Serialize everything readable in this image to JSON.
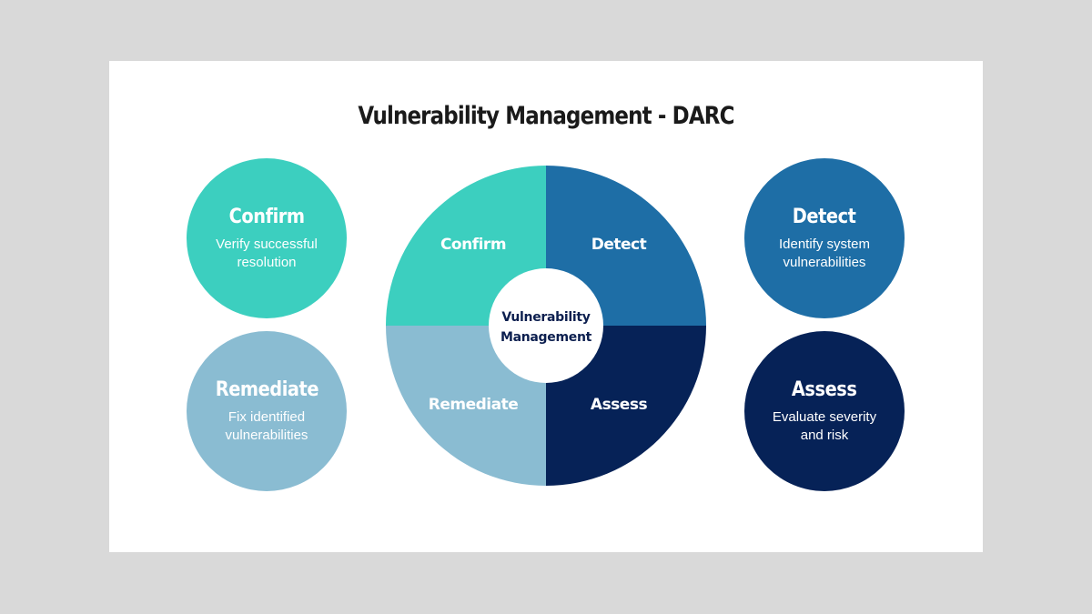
{
  "title": "Vulnerability Management - DARC",
  "center": {
    "line1": "Vulnerability",
    "line2": "Management"
  },
  "segments": {
    "confirm": {
      "label": "Confirm",
      "color": "#3ccfbf"
    },
    "detect": {
      "label": "Detect",
      "color": "#1e6ea6"
    },
    "assess": {
      "label": "Assess",
      "color": "#062257"
    },
    "remediate": {
      "label": "Remediate",
      "color": "#8abcd2"
    }
  },
  "cards": {
    "confirm": {
      "title": "Confirm",
      "desc": "Verify successful resolution"
    },
    "remediate": {
      "title": "Remediate",
      "desc": "Fix identified vulnerabilities"
    },
    "detect": {
      "title": "Detect",
      "desc": "Identify system vulnerabilities"
    },
    "assess": {
      "title": "Assess",
      "desc": "Evaluate severity and risk"
    }
  }
}
